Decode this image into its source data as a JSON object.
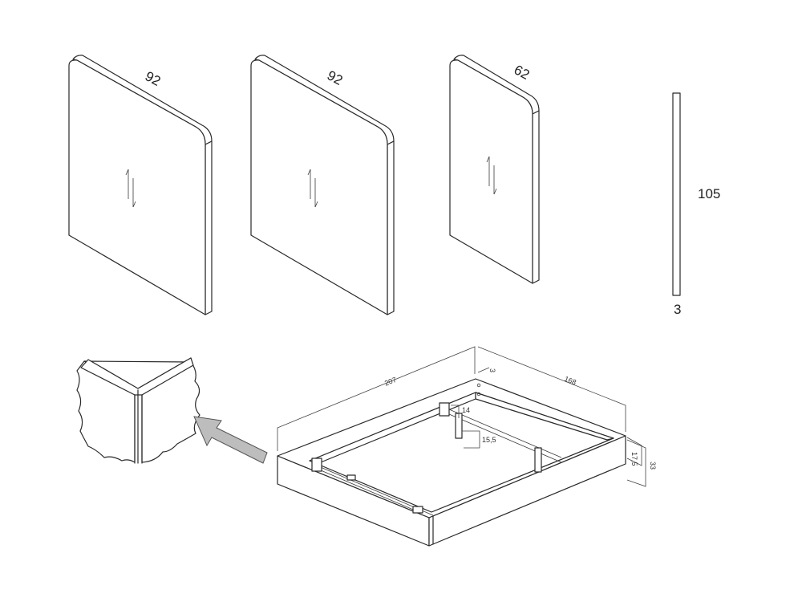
{
  "panels": [
    {
      "width_label": "92"
    },
    {
      "width_label": "92"
    },
    {
      "width_label": "62"
    }
  ],
  "profile": {
    "height_label": "105",
    "thickness_label": "3"
  },
  "bed_frame": {
    "length_label": "207",
    "width_label": "168",
    "corner_label": "3",
    "inner_height_label": "14",
    "leg_label": "15,5",
    "side_inner_label": "17,5",
    "side_total_label": "33"
  },
  "colors": {
    "line": "#2a2a2a",
    "arrow_fill": "#bdbdbd"
  }
}
